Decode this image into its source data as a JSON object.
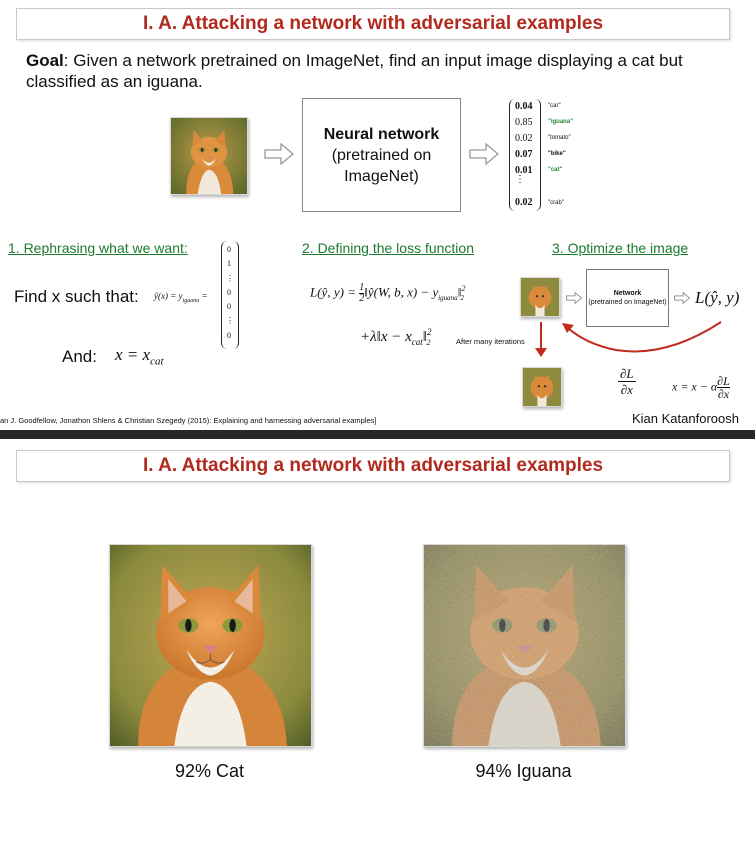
{
  "slide1": {
    "title": "I. A. Attacking a network with adversarial examples",
    "goal_label": "Goal",
    "goal_text": ": Given a network pretrained on ImageNet, find an input image displaying a cat but classified as an iguana.",
    "nn_title": "Neural network",
    "nn_sub1": "(pretrained on",
    "nn_sub2": "ImageNet)",
    "output_vector": [
      {
        "value": "0.04",
        "label": "\"car\"",
        "color": "#111111"
      },
      {
        "value": "0.85",
        "label": "\"iguana\"",
        "color": "#1d8a3a"
      },
      {
        "value": "0.02",
        "label": "\"tomato\"",
        "color": "#111111"
      },
      {
        "value": "0.07",
        "label": "\"bike\"",
        "color": "#111111"
      },
      {
        "value": "0.01",
        "label": "\"cat\"",
        "color": "#1d8a3a"
      },
      {
        "value": "0.02",
        "label": "\"crab\"",
        "color": "#111111"
      }
    ],
    "section1": "1. Rephrasing what we want:",
    "section2": "2. Defining the loss function",
    "section3": "3. Optimize the image",
    "find_x": "Find x such that:",
    "and_label": "And:",
    "target_vector": [
      "0",
      "1",
      "⋮",
      "0",
      "0",
      "⋮",
      "0"
    ],
    "after_iterations": "After many iterations",
    "network_box_title": "Network",
    "network_box_sub": "(pretrained on ImageNet)",
    "citation": "an J. Goodfellow, Jonathon Shlens & Christian Szegedy (2015): Explaining and harnessing adversarial examples]",
    "author": "Kian Katanforoosh"
  },
  "slide2": {
    "title": "I. A. Attacking a network with adversarial examples",
    "caption_left": "92% Cat",
    "caption_right": "94% Iguana"
  },
  "colors": {
    "title": "#b22a1e",
    "section": "#1d7a2f",
    "arrow_red": "#c22b1e"
  },
  "icons": [
    "hollow-right-arrow-icon",
    "red-down-arrow-icon",
    "curved-red-arrow-icon"
  ]
}
